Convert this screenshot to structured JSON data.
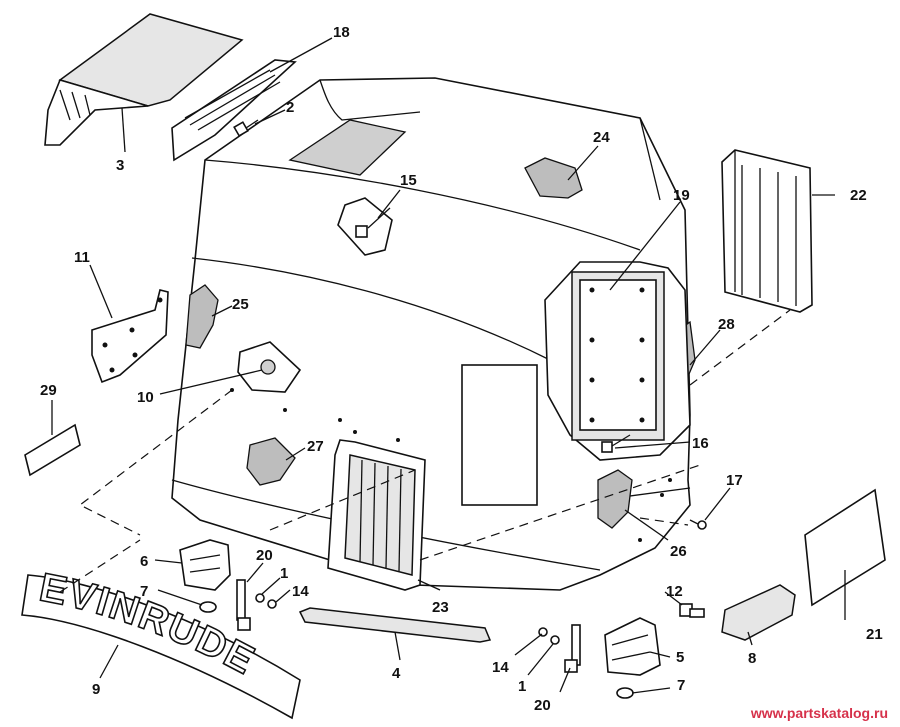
{
  "callouts": {
    "c1a": "1",
    "c1b": "1",
    "c2": "2",
    "c3": "3",
    "c4": "4",
    "c5": "5",
    "c6": "6",
    "c7a": "7",
    "c7b": "7",
    "c8": "8",
    "c9": "9",
    "c10": "10",
    "c11": "11",
    "c12": "12",
    "c14a": "14",
    "c14b": "14",
    "c15": "15",
    "c16": "16",
    "c17": "17",
    "c18": "18",
    "c19": "19",
    "c20a": "20",
    "c20b": "20",
    "c21": "21",
    "c22": "22",
    "c23": "23",
    "c24": "24",
    "c25": "25",
    "c26": "26",
    "c27": "27",
    "c28": "28",
    "c29": "29"
  },
  "decal_text": "EVINRUDE",
  "watermark": "www.partskatalog.ru"
}
